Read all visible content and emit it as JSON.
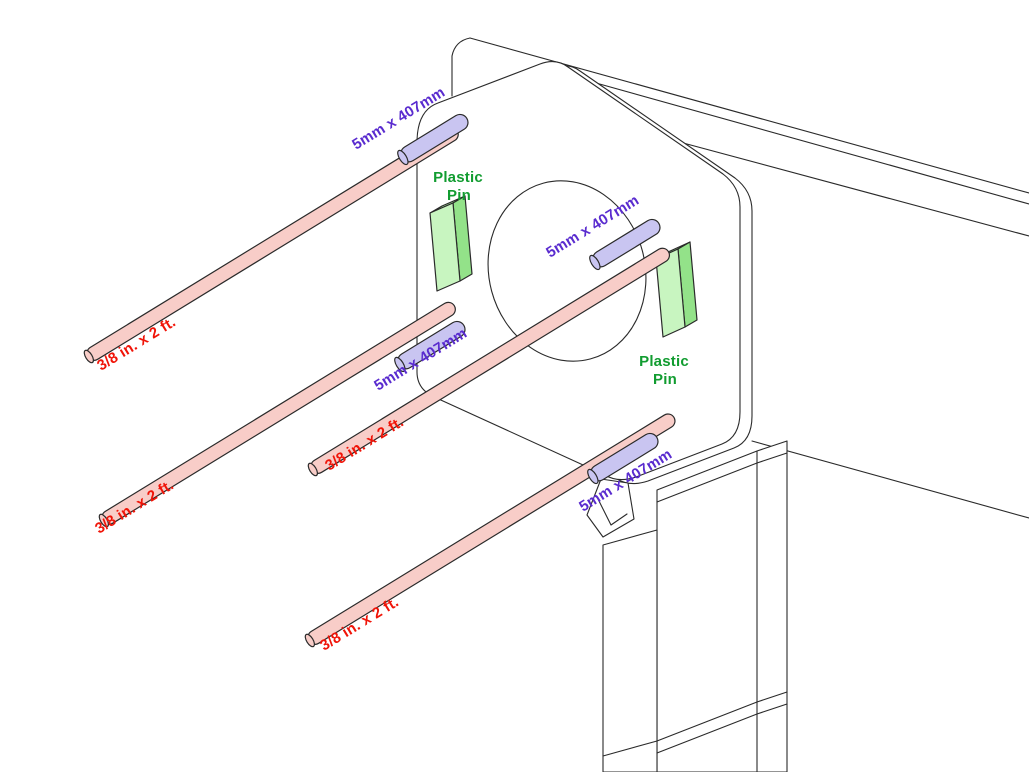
{
  "diagram": {
    "labels": {
      "rod": "3/8 in. x 2 ft.",
      "dowel": "5mm x 407mm",
      "plastic_pin": [
        "Plastic",
        "Pin"
      ]
    },
    "colors": {
      "background": "#ffffff",
      "outline": "#2a2a2a",
      "rod_fill": "#f8cdc8",
      "rod_label": "#f01408",
      "dowel_fill": "#c9c5f1",
      "dowel_label": "#5a2ccf",
      "plastic_pin_cap": "#c8f5c0",
      "plastic_pin_top": "#a9ec9f",
      "plastic_pin_side": "#93e289",
      "plastic_pin_label": "#119c30"
    },
    "parts": [
      {
        "name": "steel-rod",
        "label": "3/8 in. x 2 ft.",
        "count": 4
      },
      {
        "name": "dowel-pin",
        "label": "5mm x 407mm",
        "count": 4
      },
      {
        "name": "plastic-pin",
        "label": "Plastic Pin",
        "count": 2
      }
    ]
  }
}
